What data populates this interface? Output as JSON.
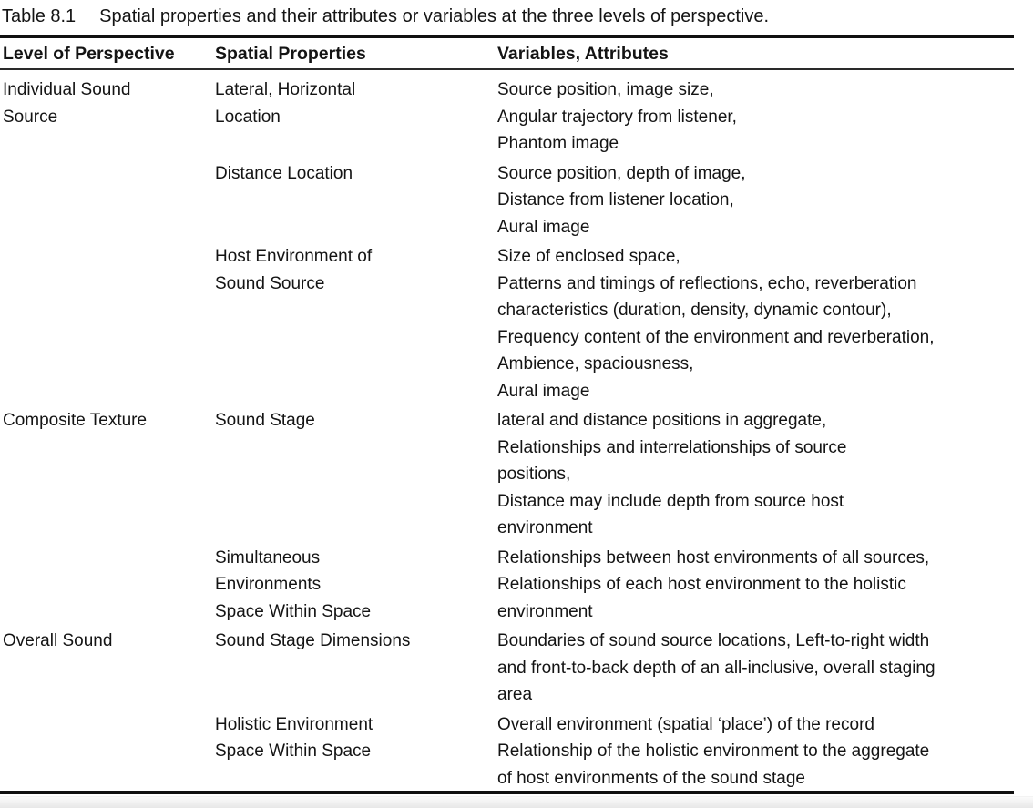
{
  "table": {
    "caption_label": "Table 8.1",
    "caption_text": "Spatial properties and their attributes or variables at the three levels of perspective.",
    "headers": {
      "level": "Level of Perspective",
      "property": "Spatial Properties",
      "variables": "Variables, Attributes"
    },
    "groups": [
      {
        "level": "Individual Sound\nSource",
        "rows": [
          {
            "property": "Lateral, Horizontal\nLocation",
            "variables": "Source position, image size,\nAngular trajectory from listener,\nPhantom image"
          },
          {
            "property": "Distance Location",
            "variables": "Source position, depth of image,\nDistance from listener location,\nAural image"
          },
          {
            "property": "Host Environment of\nSound Source",
            "variables": "Size of enclosed space,\nPatterns and timings of reflections, echo, reverberation\ncharacteristics (duration, density, dynamic contour),\nFrequency content of the environment and reverberation,\nAmbience, spaciousness,\nAural image"
          }
        ]
      },
      {
        "level": "Composite Texture",
        "rows": [
          {
            "property": "Sound Stage",
            "variables": "lateral and distance positions in aggregate,\nRelationships and interrelationships of source\npositions,\nDistance may include depth from source host\nenvironment"
          },
          {
            "property": "Simultaneous\nEnvironments\nSpace Within Space",
            "variables": "Relationships between host environments of all sources,\nRelationships of each host environment to the holistic\nenvironment"
          }
        ]
      },
      {
        "level": "Overall Sound",
        "rows": [
          {
            "property": "Sound Stage Dimensions",
            "variables": "Boundaries of sound source locations, Left-to-right width\nand front-to-back depth of an all-inclusive, overall staging\narea"
          },
          {
            "property": "Holistic Environment\nSpace Within Space",
            "variables": "Overall environment (spatial ‘place’) of the record\nRelationship of the holistic environment to the aggregate\nof host environments of the sound stage"
          }
        ]
      }
    ]
  }
}
